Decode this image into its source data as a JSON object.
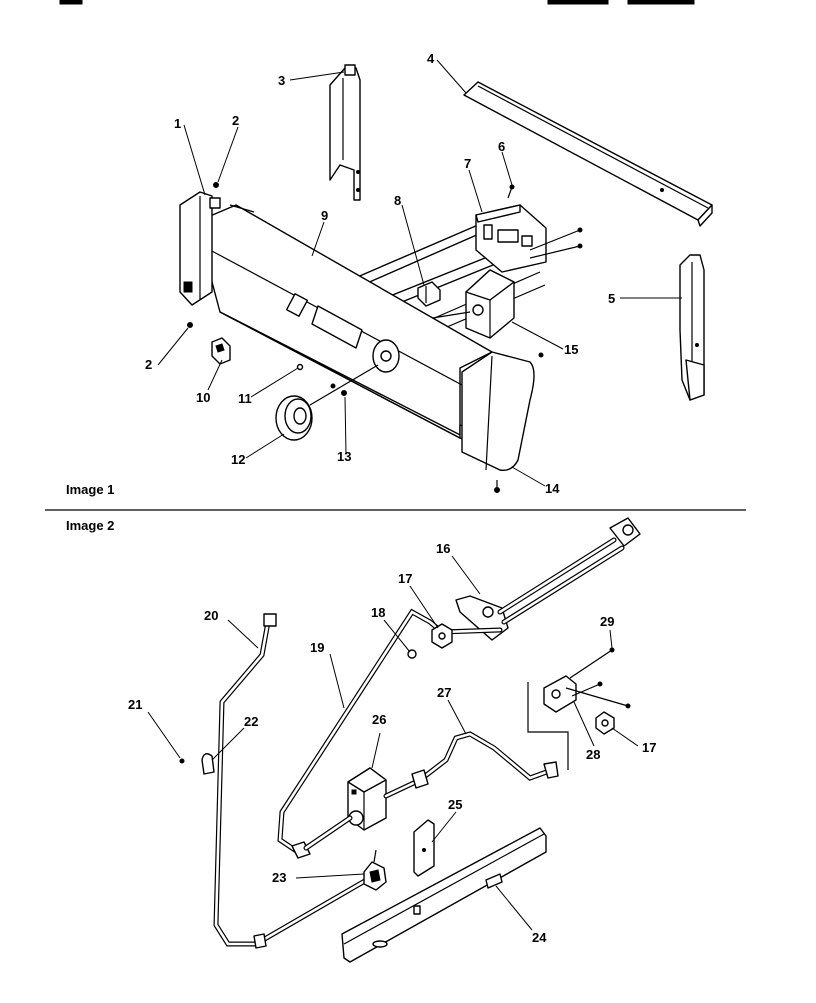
{
  "sections": [
    {
      "label": "Image 1"
    },
    {
      "label": "Image 2"
    }
  ],
  "callouts": [
    "1",
    "2",
    "2",
    "3",
    "4",
    "5",
    "6",
    "7",
    "8",
    "9",
    "10",
    "11",
    "12",
    "13",
    "14",
    "15",
    "16",
    "17",
    "17",
    "18",
    "19",
    "20",
    "21",
    "22",
    "23",
    "24",
    "25",
    "26",
    "27",
    "28",
    "29"
  ]
}
